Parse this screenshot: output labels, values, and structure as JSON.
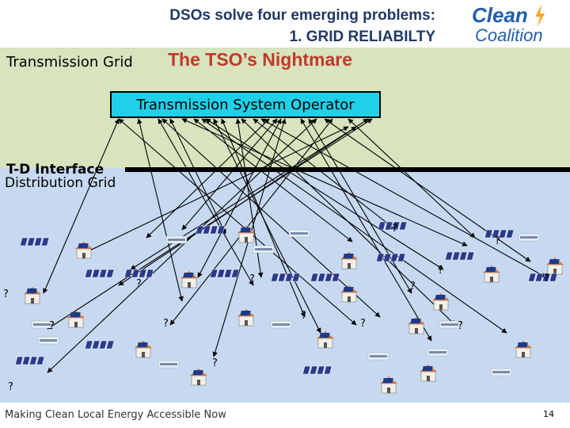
{
  "header": {
    "title_line1": "DSOs solve four emerging problems:",
    "title_line2": "1. GRID RELIABILTY"
  },
  "logo": {
    "word1": "Clean",
    "word2": "Coalition",
    "bolt_color": "#f5a623"
  },
  "diagram": {
    "transmission_label": "Transmission Grid",
    "nightmare_label": "The TSO’s Nightmare",
    "tso_label": "Transmission System Operator",
    "td_label": "T-D Interface",
    "distribution_label": "Distribution Grid",
    "unknown_marker": "?",
    "colors": {
      "transmission_bg": "#d7e4bd",
      "distribution_bg": "#c6d9f1",
      "tso_box": "#1fd0e8",
      "title": "#1f3864",
      "nightmare": "#c0392b"
    }
  },
  "footer": {
    "tagline": "Making Clean Local Energy Accessible Now",
    "page": "14"
  }
}
